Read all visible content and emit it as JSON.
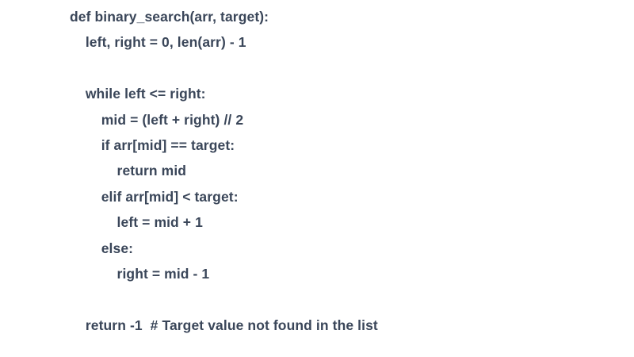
{
  "page": {
    "background_color": "#ffffff",
    "text_color": "#3a4659"
  },
  "code": {
    "language": "python",
    "function_name": "binary_search",
    "lines": [
      "def binary_search(arr, target):",
      "    left, right = 0, len(arr) - 1",
      "",
      "    while left <= right:",
      "        mid = (left + right) // 2",
      "        if arr[mid] == target:",
      "            return mid",
      "        elif arr[mid] < target:",
      "            left = mid + 1",
      "        else:",
      "            right = mid - 1",
      "",
      "    return -1  # Target value not found in the list"
    ]
  }
}
